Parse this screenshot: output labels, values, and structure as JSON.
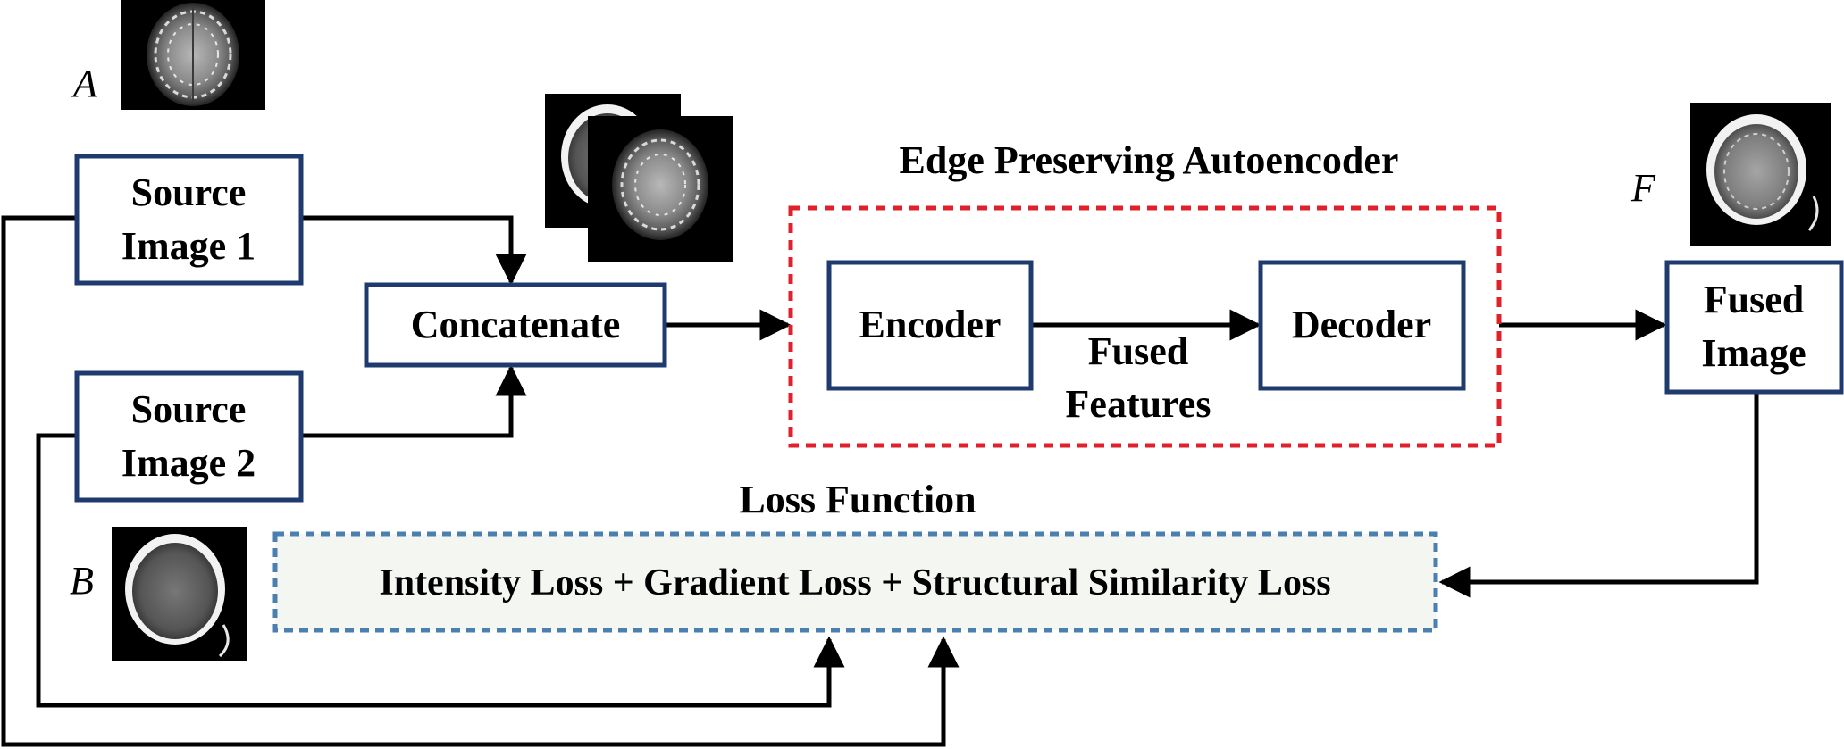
{
  "colors": {
    "box_border": "#1f3a6e",
    "autoencoder_border": "#e0202a",
    "loss_border": "#4a7fb0",
    "loss_fill": "#f4f6f2",
    "wire": "#000000"
  },
  "labels": {
    "A": "A",
    "B": "B",
    "F": "F"
  },
  "source1": {
    "line1": "Source",
    "line2": "Image 1"
  },
  "source2": {
    "line1": "Source",
    "line2": "Image 2"
  },
  "concatenate": "Concatenate",
  "autoencoder": {
    "title": "Edge Preserving Autoencoder",
    "encoder": "Encoder",
    "decoder": "Decoder",
    "features_line1": "Fused",
    "features_line2": "Features"
  },
  "fused": {
    "line1": "Fused",
    "line2": "Image"
  },
  "loss": {
    "title": "Loss Function",
    "formula": "Intensity Loss + Gradient Loss + Structural Similarity Loss"
  },
  "icons": {
    "image_a": "mri-brain-scan-icon",
    "image_b": "ct-brain-scan-icon",
    "image_f": "fused-brain-scan-icon",
    "concat_stack": "stacked-scans-icon"
  }
}
